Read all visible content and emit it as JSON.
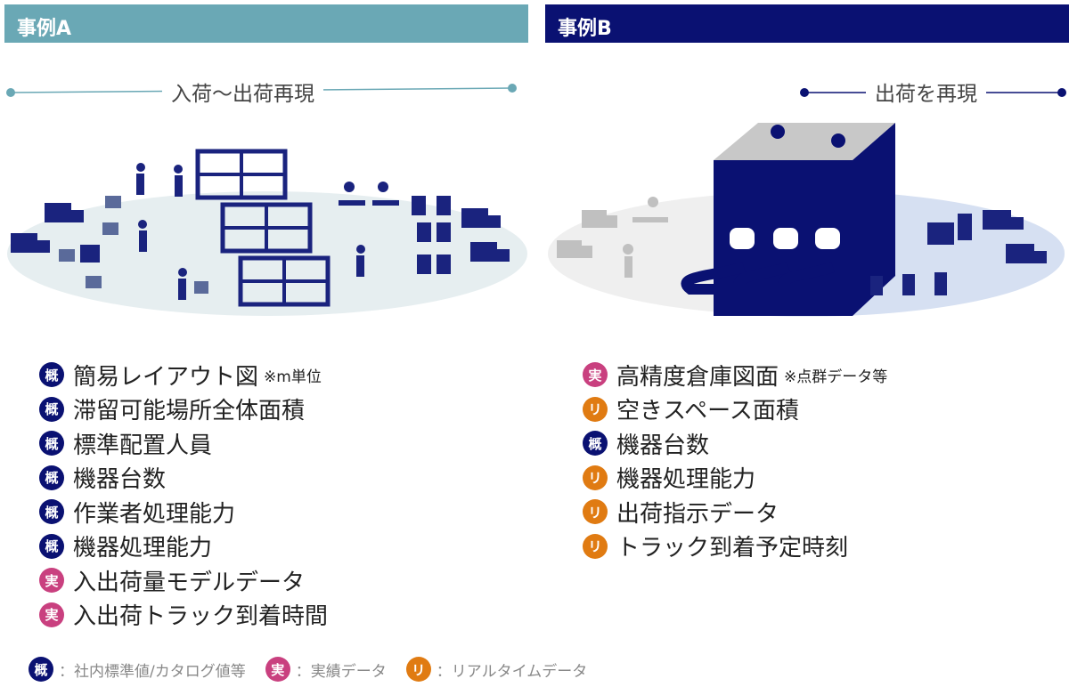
{
  "caseA": {
    "title": "事例A",
    "subtitle": "入荷〜出荷再現",
    "items": [
      {
        "badge": "概",
        "type": "g",
        "text": "簡易レイアウト図",
        "note": "※m単位"
      },
      {
        "badge": "概",
        "type": "g",
        "text": "滞留可能場所全体面積"
      },
      {
        "badge": "概",
        "type": "g",
        "text": "標準配置人員"
      },
      {
        "badge": "概",
        "type": "g",
        "text": "機器台数"
      },
      {
        "badge": "概",
        "type": "g",
        "text": "作業者処理能力"
      },
      {
        "badge": "概",
        "type": "g",
        "text": "機器処理能力"
      },
      {
        "badge": "実",
        "type": "j",
        "text": "入出荷量モデルデータ"
      },
      {
        "badge": "実",
        "type": "j",
        "text": "入出荷トラック到着時間"
      }
    ]
  },
  "caseB": {
    "title": "事例B",
    "subtitle": "出荷を再現",
    "items": [
      {
        "badge": "実",
        "type": "j",
        "text": "高精度倉庫図面",
        "note": "※点群データ等"
      },
      {
        "badge": "リ",
        "type": "r",
        "text": "空きスペース面積"
      },
      {
        "badge": "概",
        "type": "g",
        "text": "機器台数"
      },
      {
        "badge": "リ",
        "type": "r",
        "text": "機器処理能力"
      },
      {
        "badge": "リ",
        "type": "r",
        "text": "出荷指示データ"
      },
      {
        "badge": "リ",
        "type": "r",
        "text": "トラック到着予定時刻"
      }
    ]
  },
  "legend": [
    {
      "badge": "概",
      "type": "g",
      "text": "：社内標準値/カタログ値等"
    },
    {
      "badge": "実",
      "type": "j",
      "text": "：実績データ"
    },
    {
      "badge": "リ",
      "type": "r",
      "text": "：リアルタイムデータ"
    }
  ],
  "colors": {
    "teal": "#6aa8b5",
    "navy": "#0a1172",
    "magenta": "#c9407f",
    "orange": "#e07b12"
  }
}
